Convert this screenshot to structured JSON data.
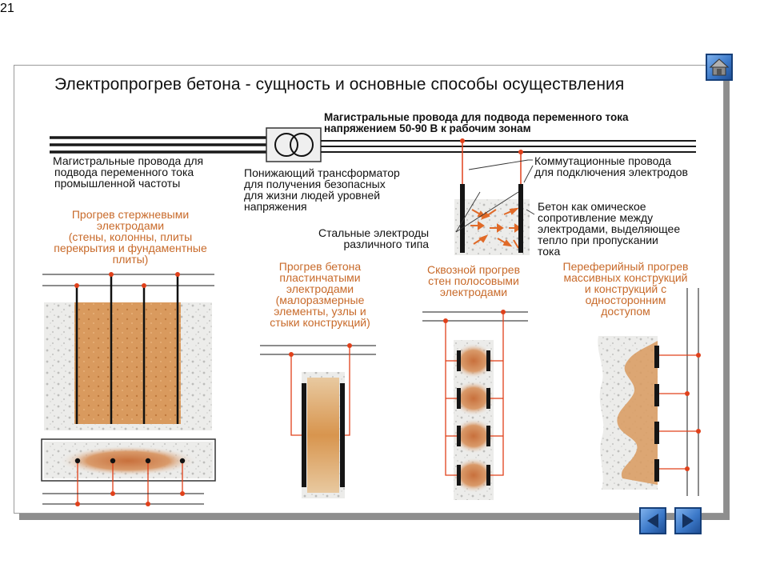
{
  "slide_number": "21",
  "title": "Электропрогрев бетона - сущность и основные способы осуществления",
  "labels": {
    "mains_industrial": [
      "Магистральные провода для",
      "подвода переменного тока",
      "промышленной частоты"
    ],
    "mains_working": [
      "Магистральные провода для подвода переменного тока",
      "напряжением 50-90 В к рабочим зонам"
    ],
    "transformer": [
      "Понижающий трансформатор",
      "для получения безопасных",
      "для жизни людей уровней",
      "напряжения"
    ],
    "switch_wires": [
      "Коммутационные провода",
      "для подключения электродов"
    ],
    "concrete": [
      "Бетон как омическое",
      "сопротивление между",
      "электродами, выделяющее",
      "тепло при пропускании",
      "тока"
    ],
    "steel_electrodes": [
      "Стальные электроды",
      "различного типа"
    ]
  },
  "methods": {
    "rod": [
      "Прогрев стержневыми",
      "электродами",
      "(стены, колонны, плиты",
      "перекрытия и фундаментные",
      "плиты)"
    ],
    "plate": [
      "Прогрев бетона",
      "пластинчатыми",
      "электродами",
      "(малоразмерные",
      "элементы, узлы и",
      "стыки конструкций)"
    ],
    "strip": [
      "Сквозной прогрев",
      "стен полосовыми",
      "электродами"
    ],
    "peripheral": [
      "Переферийный прогрев",
      "массивных конструкций",
      "и конструкций с",
      "односторонним",
      "доступом"
    ]
  },
  "nav": {
    "home": "home-icon",
    "prev": "arrow-left-icon",
    "next": "arrow-right-icon"
  },
  "colors": {
    "accent_orange": "#c86a2a",
    "wire_red": "#e0401a",
    "nav_blue": "#3c79c9",
    "concrete_gray": "#e6e6e4",
    "heated_orange": "#d99a5e"
  }
}
